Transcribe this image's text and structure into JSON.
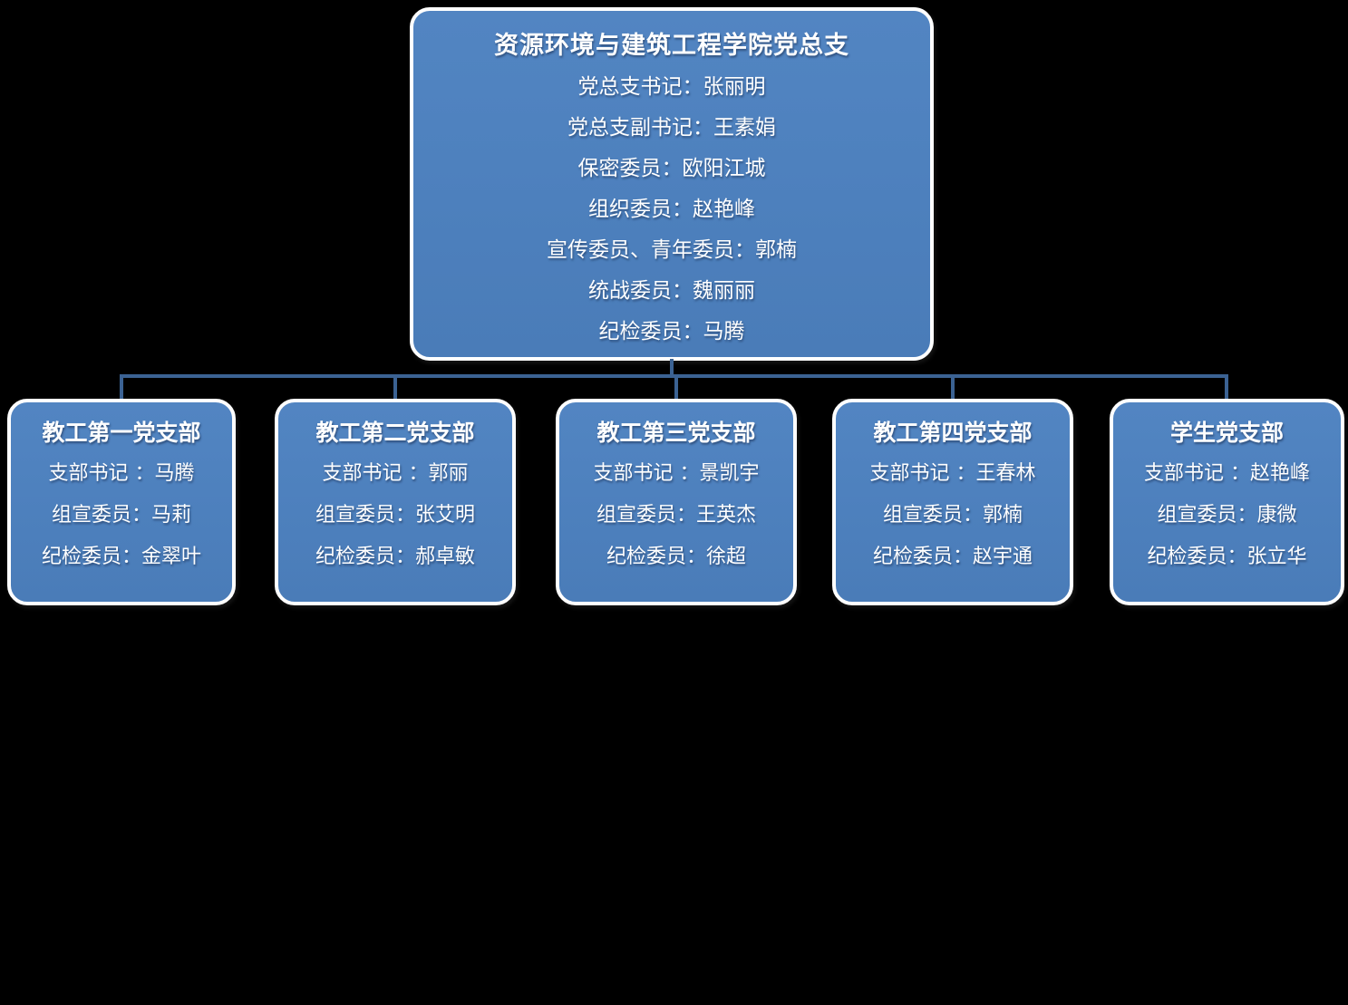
{
  "colors": {
    "background": "#000000",
    "box_fill": "#4d80bd",
    "box_border": "#ffffff",
    "connector": "#3b6293",
    "text": "#ffffff"
  },
  "root": {
    "title": "资源环境与建筑工程学院党总支",
    "lines": [
      "党总支书记：张丽明",
      "党总支副书记：王素娟",
      "保密委员：欧阳江城",
      "组织委员：赵艳峰",
      "宣传委员、青年委员：郭楠",
      "统战委员：魏丽丽",
      "纪检委员：马腾"
    ]
  },
  "branches": [
    {
      "title": "教工第一党支部",
      "lines": [
        "支部书记 ：马腾",
        "组宣委员：马莉",
        "纪检委员：金翠叶"
      ]
    },
    {
      "title": "教工第二党支部",
      "lines": [
        "支部书记 ：郭丽",
        "组宣委员：张艾明",
        "纪检委员：郝卓敏"
      ]
    },
    {
      "title": "教工第三党支部",
      "lines": [
        "支部书记 ：景凯宇",
        "组宣委员：王英杰",
        "纪检委员：徐超"
      ]
    },
    {
      "title": "教工第四党支部",
      "lines": [
        "支部书记 ：王春林",
        "组宣委员：郭楠",
        "纪检委员：赵宇通"
      ]
    },
    {
      "title": "学生党支部",
      "lines": [
        "支部书记 ：赵艳峰",
        "组宣委员：康微",
        "纪检委员：张立华"
      ]
    }
  ]
}
